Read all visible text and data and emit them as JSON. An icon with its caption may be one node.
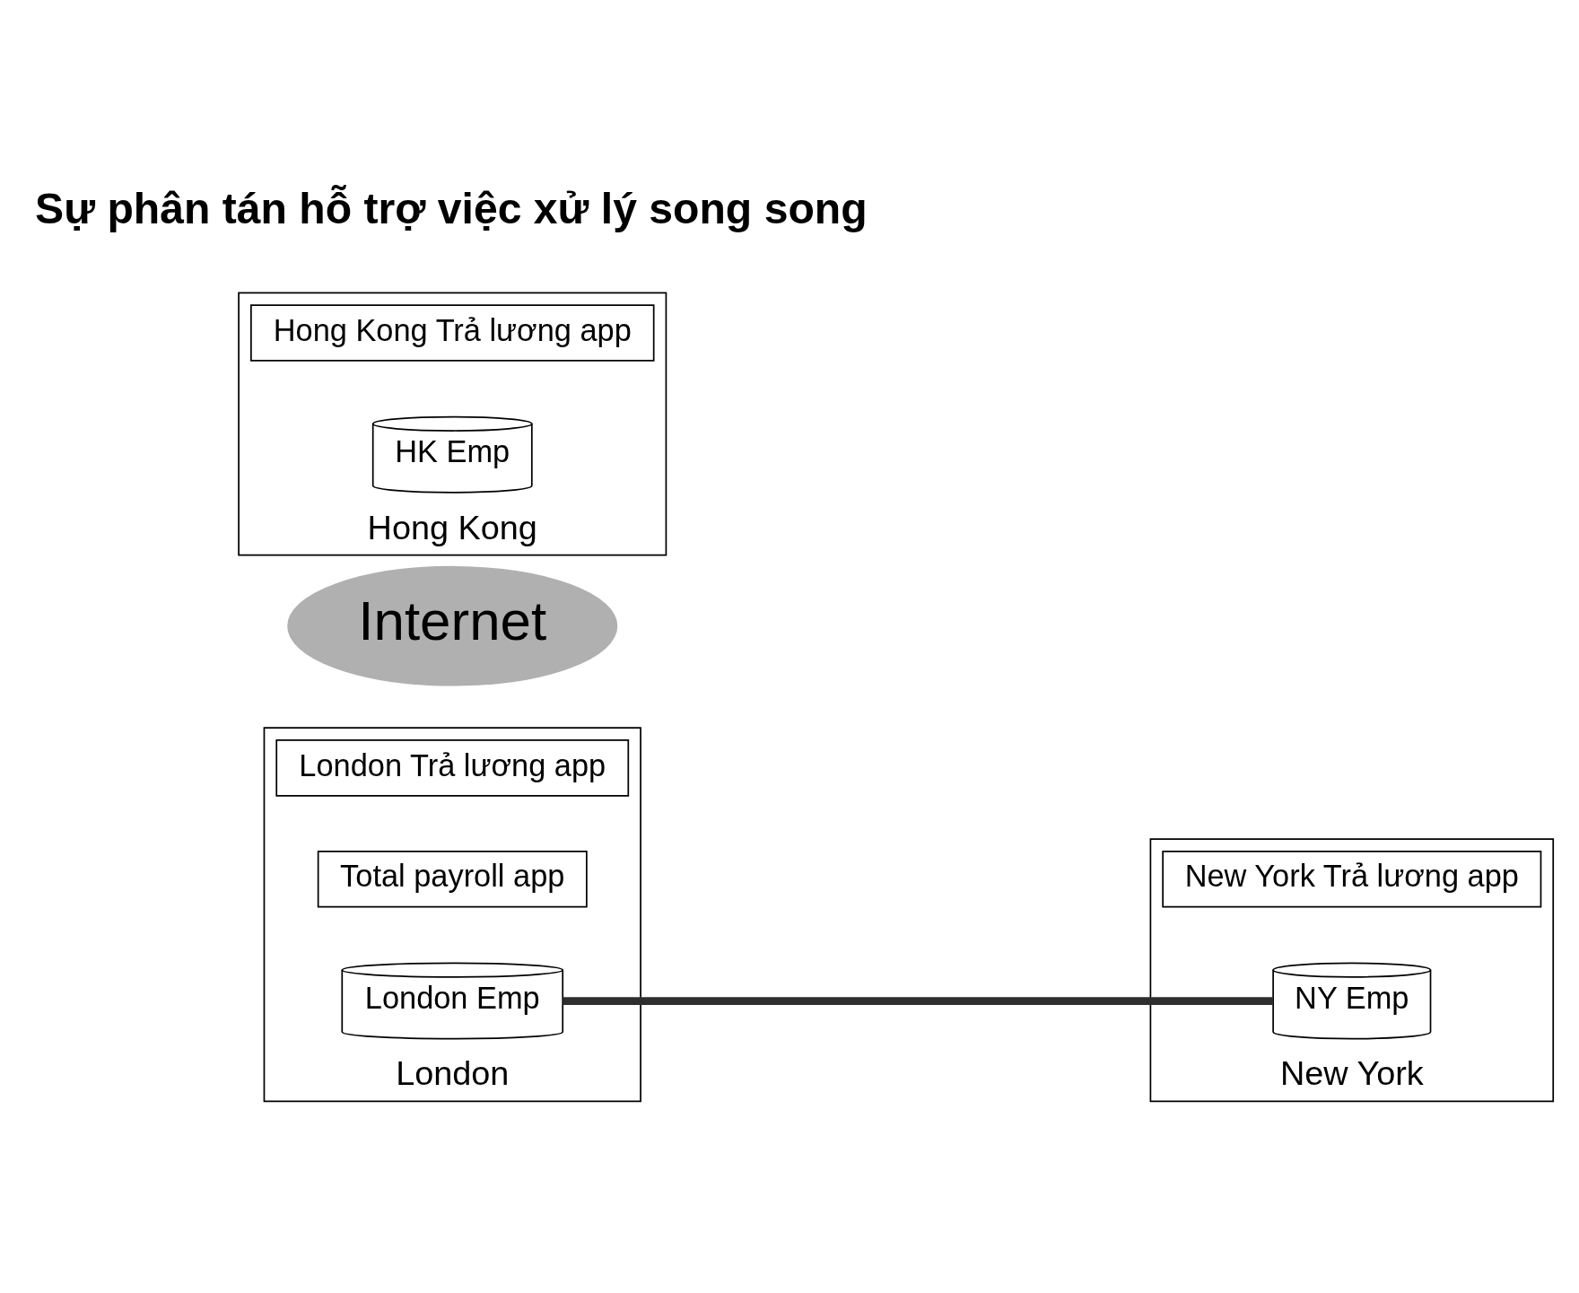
{
  "diagram": {
    "nodes": [
      {
        "text": [
          "London"
        ]
      },
      {
        "text": [
          "London Trả lương app"
        ],
        "in": 0
      },
      {
        "text": [
          "Total payroll app"
        ],
        "in": 0
      },
      {
        "text": [
          "London Emp"
        ],
        "in": 0
      },
      {
        "text": [
          "New York"
        ]
      },
      {
        "text": [
          "New York Trả lương app"
        ],
        "in": 4
      },
      {
        "text": [
          "NY Emp"
        ],
        "in": 4
      },
      {
        "text": [
          "Internet"
        ]
      },
      {
        "text": [
          "Hong Kong"
        ]
      },
      {
        "text": [
          "Hong Kong Trả lương app"
        ],
        "in": 8
      },
      {
        "text": [
          "HK Emp"
        ],
        "in": 8
      }
    ],
    "edges": [
      {
        "from": 3,
        "to": 6,
        "arrow": "none"
      }
    ],
    "labels": [
      "Sự phân tán hỗ trợ việc xử lý song song"
    ]
  }
}
